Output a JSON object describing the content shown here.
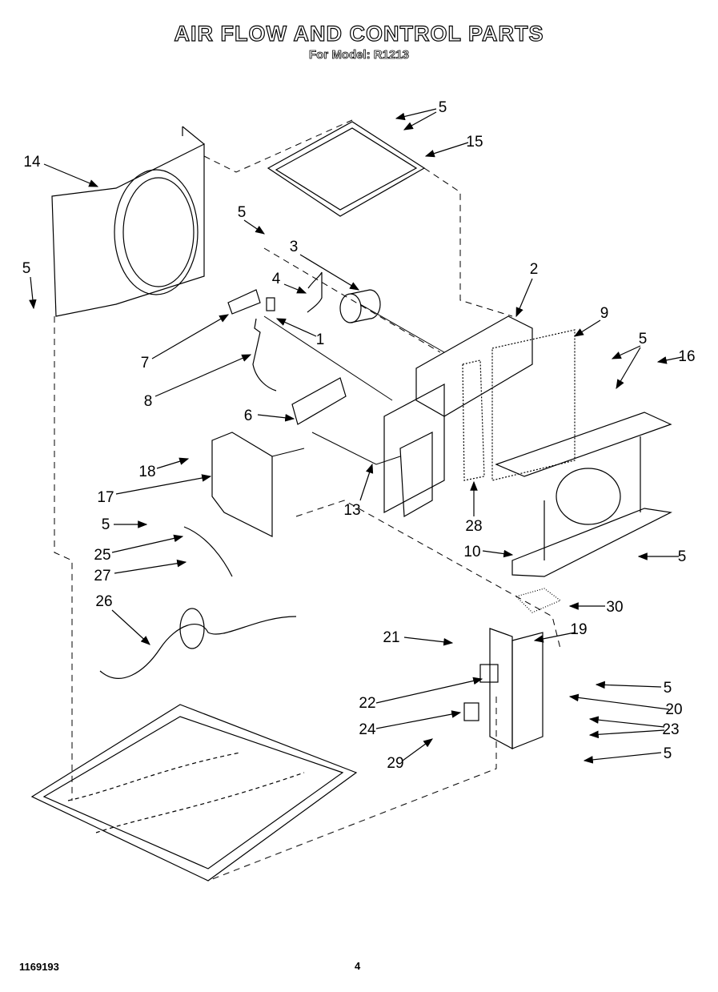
{
  "header": {
    "title": "AIR FLOW AND CONTROL PARTS",
    "subtitle": "For Model: R1213"
  },
  "callouts": [
    "5",
    "15",
    "14",
    "5",
    "3",
    "2",
    "4",
    "9",
    "5",
    "5",
    "16",
    "7",
    "1",
    "8",
    "6",
    "18",
    "17",
    "13",
    "28",
    "5",
    "25",
    "10",
    "5",
    "27",
    "30",
    "26",
    "21",
    "19",
    "5",
    "22",
    "20",
    "24",
    "23",
    "5",
    "29"
  ],
  "footer": {
    "document_number": "1169193",
    "page_number": "4"
  }
}
